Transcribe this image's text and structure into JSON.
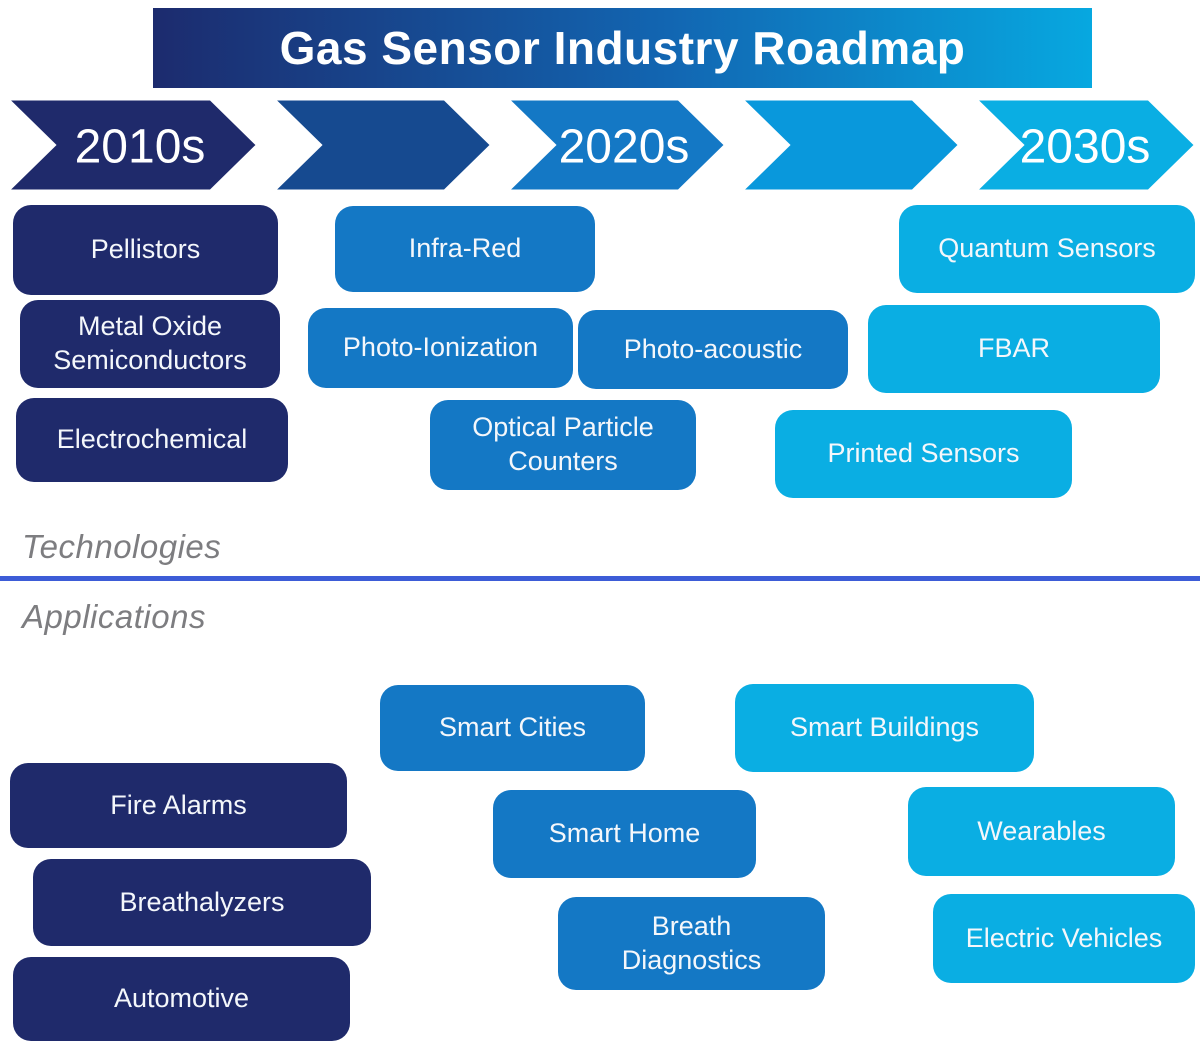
{
  "title": "Gas Sensor Industry Roadmap",
  "section_labels": {
    "technologies": "Technologies",
    "applications": "Applications"
  },
  "timeline": {
    "chevrons": [
      {
        "label": "2010s",
        "color": "#1f2a6b"
      },
      {
        "label": "",
        "color": "#164a90"
      },
      {
        "label": "2020s",
        "color": "#1478c5"
      },
      {
        "label": "",
        "color": "#0998dc"
      },
      {
        "label": "2030s",
        "color": "#0aaee3"
      }
    ]
  },
  "technologies": [
    {
      "label": "Pellistors",
      "era": "2010s"
    },
    {
      "label": "Metal Oxide Semiconductors",
      "era": "2010s"
    },
    {
      "label": "Electrochemical",
      "era": "2010s"
    },
    {
      "label": "Infra-Red",
      "era": "2020s"
    },
    {
      "label": "Photo-Ionization",
      "era": "2020s"
    },
    {
      "label": "Photo-acoustic",
      "era": "2020s"
    },
    {
      "label": "Optical Particle Counters",
      "era": "2020s"
    },
    {
      "label": "Quantum Sensors",
      "era": "2030s"
    },
    {
      "label": "FBAR",
      "era": "2030s"
    },
    {
      "label": "Printed Sensors",
      "era": "2030s"
    }
  ],
  "applications": [
    {
      "label": "Fire Alarms",
      "era": "2010s"
    },
    {
      "label": "Breathalyzers",
      "era": "2010s"
    },
    {
      "label": "Automotive",
      "era": "2010s"
    },
    {
      "label": "Smart Cities",
      "era": "2020s"
    },
    {
      "label": "Smart Home",
      "era": "2020s"
    },
    {
      "label": "Breath Diagnostics",
      "era": "2020s"
    },
    {
      "label": "Smart Buildings",
      "era": "2030s"
    },
    {
      "label": "Wearables",
      "era": "2030s"
    },
    {
      "label": "Electric Vehicles",
      "era": "2030s"
    }
  ],
  "palette": {
    "banner_gradient_start": "#1c2b6e",
    "banner_gradient_end": "#07a8e0",
    "dark_navy": "#1f2a6b",
    "medium_dark_blue": "#164a90",
    "medium_blue": "#1478c5",
    "bright_blue": "#0998dc",
    "light_blue": "#0aaee3",
    "divider_blue": "#3d5cd7",
    "section_label_gray": "#7d7d80",
    "box_text": "#f4f7fb"
  }
}
